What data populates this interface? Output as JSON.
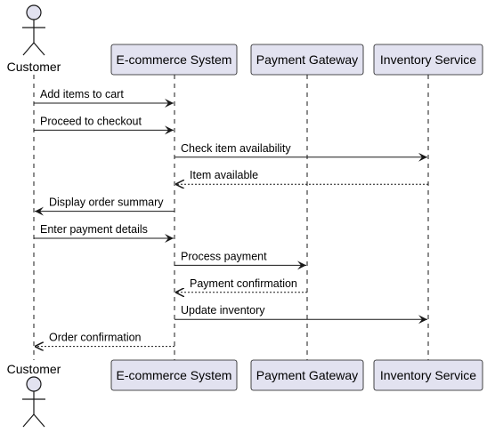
{
  "diagram": {
    "type": "sequence",
    "colors": {
      "participant_fill": "#E2E2F0",
      "participant_border": "#181818",
      "lifeline": "#181818",
      "arrow": "#181818",
      "text": "#000000"
    },
    "participants": [
      {
        "id": "customer",
        "label": "Customer",
        "kind": "actor"
      },
      {
        "id": "ecommerce",
        "label": "E-commerce System",
        "kind": "box"
      },
      {
        "id": "payment",
        "label": "Payment Gateway",
        "kind": "box"
      },
      {
        "id": "inventory",
        "label": "Inventory Service",
        "kind": "box"
      }
    ],
    "messages": [
      {
        "from": "customer",
        "to": "ecommerce",
        "label": "Add items to cart",
        "style": "solid"
      },
      {
        "from": "customer",
        "to": "ecommerce",
        "label": "Proceed to checkout",
        "style": "solid"
      },
      {
        "from": "ecommerce",
        "to": "inventory",
        "label": "Check item availability",
        "style": "solid"
      },
      {
        "from": "inventory",
        "to": "ecommerce",
        "label": "Item available",
        "style": "dashed"
      },
      {
        "from": "ecommerce",
        "to": "customer",
        "label": "Display order summary",
        "style": "solid"
      },
      {
        "from": "customer",
        "to": "ecommerce",
        "label": "Enter payment details",
        "style": "solid"
      },
      {
        "from": "ecommerce",
        "to": "payment",
        "label": "Process payment",
        "style": "solid"
      },
      {
        "from": "payment",
        "to": "ecommerce",
        "label": "Payment confirmation",
        "style": "dashed"
      },
      {
        "from": "ecommerce",
        "to": "inventory",
        "label": "Update inventory",
        "style": "solid"
      },
      {
        "from": "ecommerce",
        "to": "customer",
        "label": "Order confirmation",
        "style": "dashed"
      }
    ]
  }
}
